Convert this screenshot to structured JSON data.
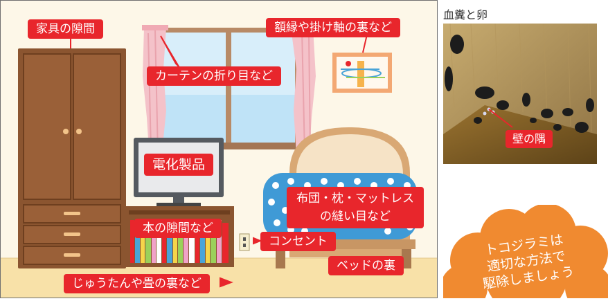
{
  "labels": {
    "furniture_gap": "家具の隙間",
    "frame_back": "額縁や掛け軸の裏など",
    "curtain_folds": "カーテンの折り目など",
    "appliances": "電化製品",
    "bedding_line1": "布団・枕・マットレス",
    "bedding_line2": "の縫い目など",
    "bookshelf_gap": "本の隙間など",
    "outlet": "コンセント",
    "bed_underside": "ベッドの裏",
    "carpet_back": "じゅうたんや畳の裏など"
  },
  "photo": {
    "title": "血糞と卵",
    "label": "壁の隅"
  },
  "callout": {
    "line1": "トコジラミは",
    "line2": "適切な方法で",
    "line3": "駆除しましょう"
  },
  "colors": {
    "label_red": "#e8262c",
    "wall": "#fdf7e8",
    "floor": "#f8e1a8",
    "wood": "#8b5530",
    "cloud": "#f08a30"
  }
}
